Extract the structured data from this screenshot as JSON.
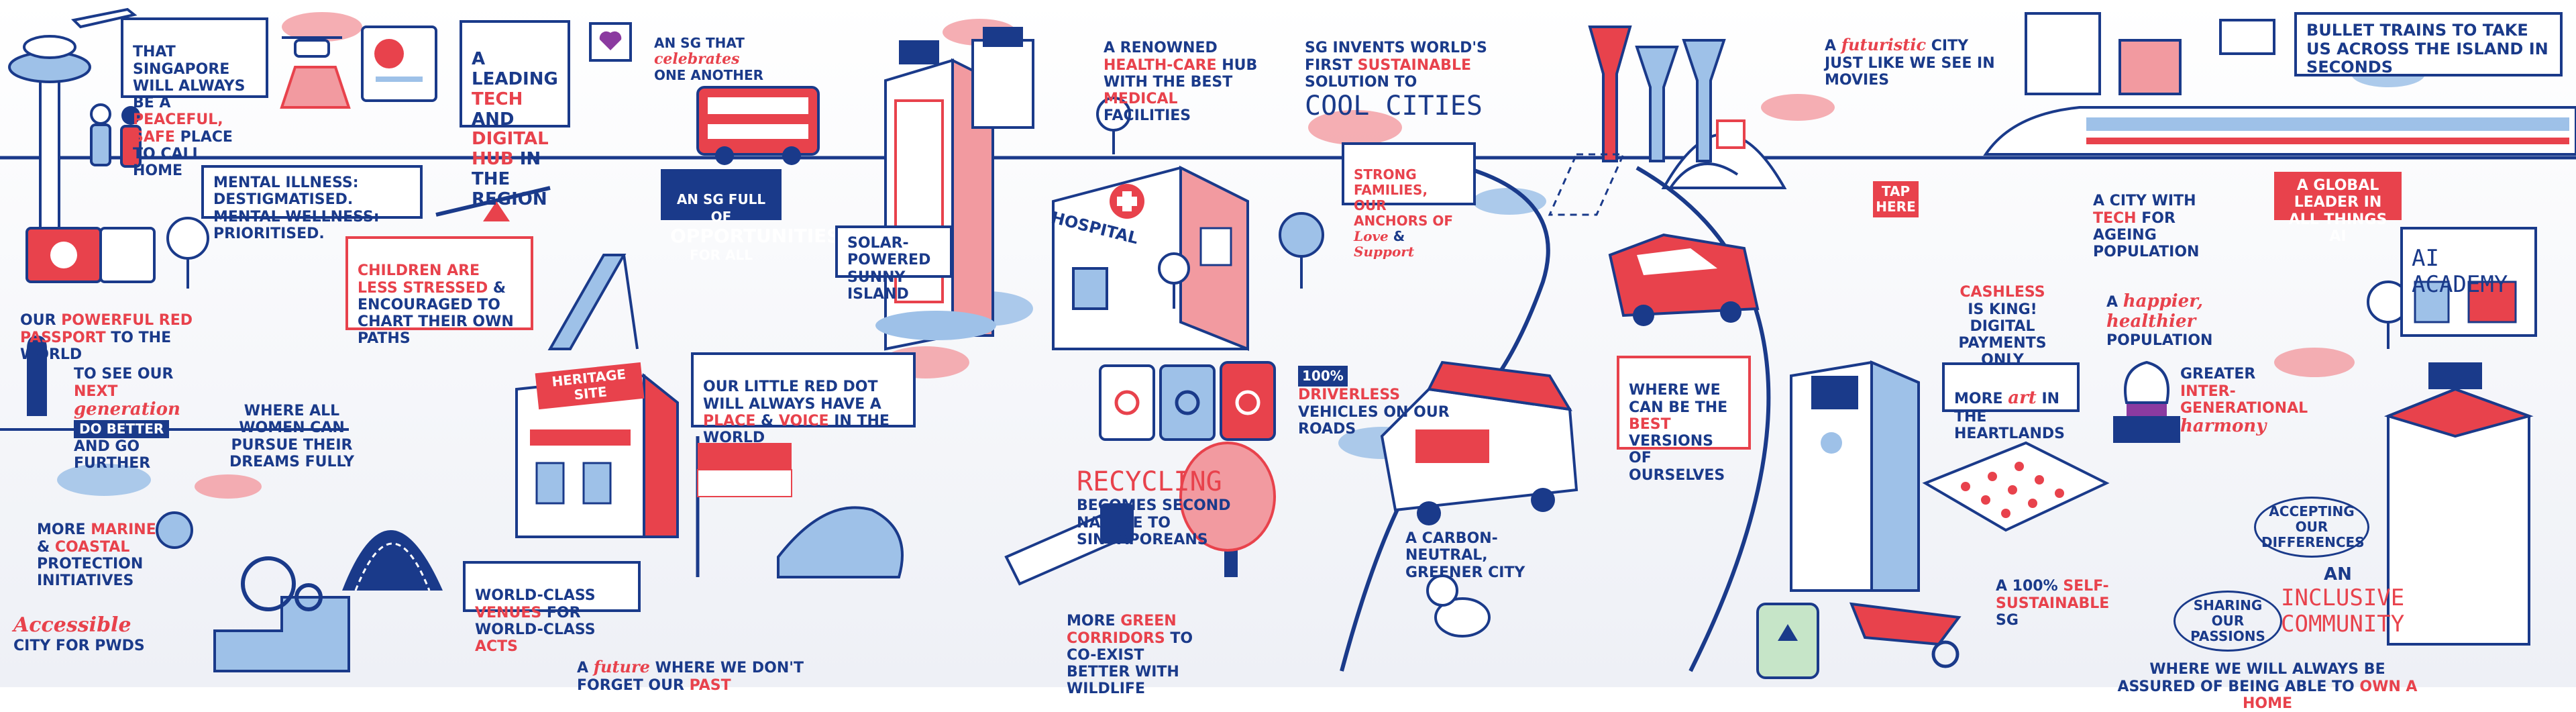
{
  "colors": {
    "navy": "#1a3a8a",
    "red": "#e8424c",
    "pink": "#f29aa0",
    "light_blue": "#9ec1e8",
    "white": "#ffffff"
  },
  "captions": {
    "singapore_home": {
      "pre": "That Singapore will always be a ",
      "hl1": "peaceful, safe",
      "post": " place to call home"
    },
    "tech_hub": {
      "pre": "A leading ",
      "hl1": "tech",
      "mid": " and ",
      "hl2": "digital hub",
      "post": " in the region"
    },
    "celebrates": {
      "pre": "An SG that ",
      "hl1": "celebrates",
      "post": " one another"
    },
    "health_hub": {
      "pre": "A renowned ",
      "hl1": "health-care",
      "mid": " hub with the best ",
      "hl2": "medical",
      "post": " facilities"
    },
    "cool_cities": {
      "pre": "SG invents world's first ",
      "hl1": "sustainable",
      "mid": " solution to",
      "hl2": "Cool Cities"
    },
    "futuristic_city": {
      "pre": "A ",
      "hl1": "futuristic",
      "post": " city just like we see in movies"
    },
    "bullet_trains": "Bullet trains to take us across the island in seconds",
    "mental_health": "Mental illness: destigmatised.\nMental wellness: prioritised.",
    "opportunities": {
      "pre": "An SG full of",
      "hl1": "Opportunities",
      "post": "for all"
    },
    "solar_island": "Solar-powered sunny island",
    "hospital_sign": "Hospital",
    "strong_families": {
      "pre": "Strong families,\nour anchors of\n",
      "hl1": "Love",
      "mid": " & ",
      "hl2": "Support"
    },
    "tap_here": "Tap here",
    "tech_ageing": {
      "pre": "A city with ",
      "hl1": "tech",
      "post": " for ageing population"
    },
    "global_leader_ai": "A global leader in all things AI",
    "ai_academy": "AI Academy",
    "passport": {
      "pre": "Our ",
      "hl1": "powerful red passport",
      "post": " to the world"
    },
    "children_stress": {
      "hl1": "Children are less stressed",
      "post": " & encouraged to chart their own paths"
    },
    "cashless": {
      "hl1": "Cashless",
      "post": " is king! Digital payments only"
    },
    "happier_population": {
      "pre": "A ",
      "hl1": "happier, healthier",
      "post": " population"
    },
    "next_generation": {
      "pre": "To see our ",
      "hl1": "next",
      "hl2": "generation",
      "hl3": "do better",
      "post": "and go further"
    },
    "women_dreams": "Where all women can pursue their dreams fully",
    "heritage_site": "Heritage Site",
    "little_red_dot": {
      "pre": "Our little red dot will always have a ",
      "hl1": "place",
      "mid": " & ",
      "hl2": "voice",
      "post": " in the world"
    },
    "recycling": {
      "hl1": "Recycling",
      "post": "becomes second nature to Singaporeans"
    },
    "driverless": {
      "badge": "100%",
      "hl1": "Driverless",
      "post": "vehicles on our roads"
    },
    "best_versions": {
      "pre": "Where we can be the ",
      "hl1": "best",
      "mid": " versions",
      "post": " of ourselves"
    },
    "art_heartlands": {
      "pre": "More ",
      "hl1": "art",
      "post": " in the heartlands"
    },
    "intergenerational": {
      "pre": "Greater ",
      "hl1": "inter-generational",
      "hl2": "harmony"
    },
    "marine_protection": {
      "pre": "More ",
      "hl1": "marine",
      "mid": " & ",
      "hl2": "coastal",
      "post": " protection initiatives"
    },
    "accessible_city": {
      "hl1": "Accessible",
      "post": "city for PwDs"
    },
    "venues_acts": {
      "pre": "World-class ",
      "hl1": "venues",
      "mid": " for world-class ",
      "hl2": "acts"
    },
    "future_past": {
      "pre": "A ",
      "hl1": "future",
      "mid": " where we don't forget our ",
      "hl2": "past"
    },
    "green_corridors": {
      "pre": "More ",
      "hl1": "green corridors",
      "post": " to co-exist better with wildlife"
    },
    "carbon_neutral": "A carbon-neutral, greener city",
    "self_sustainable": {
      "pre": "A 100% ",
      "hl1": "self-sustainable",
      "post": " SG"
    },
    "accepting_differences": "Accepting our differences",
    "sharing_passions": "Sharing our passions",
    "inclusive_community": {
      "pre": "An",
      "hl1": "Inclusive community"
    },
    "own_a_home": {
      "pre": "Where we will always be assured of being able to ",
      "hl1": "own a home"
    }
  }
}
